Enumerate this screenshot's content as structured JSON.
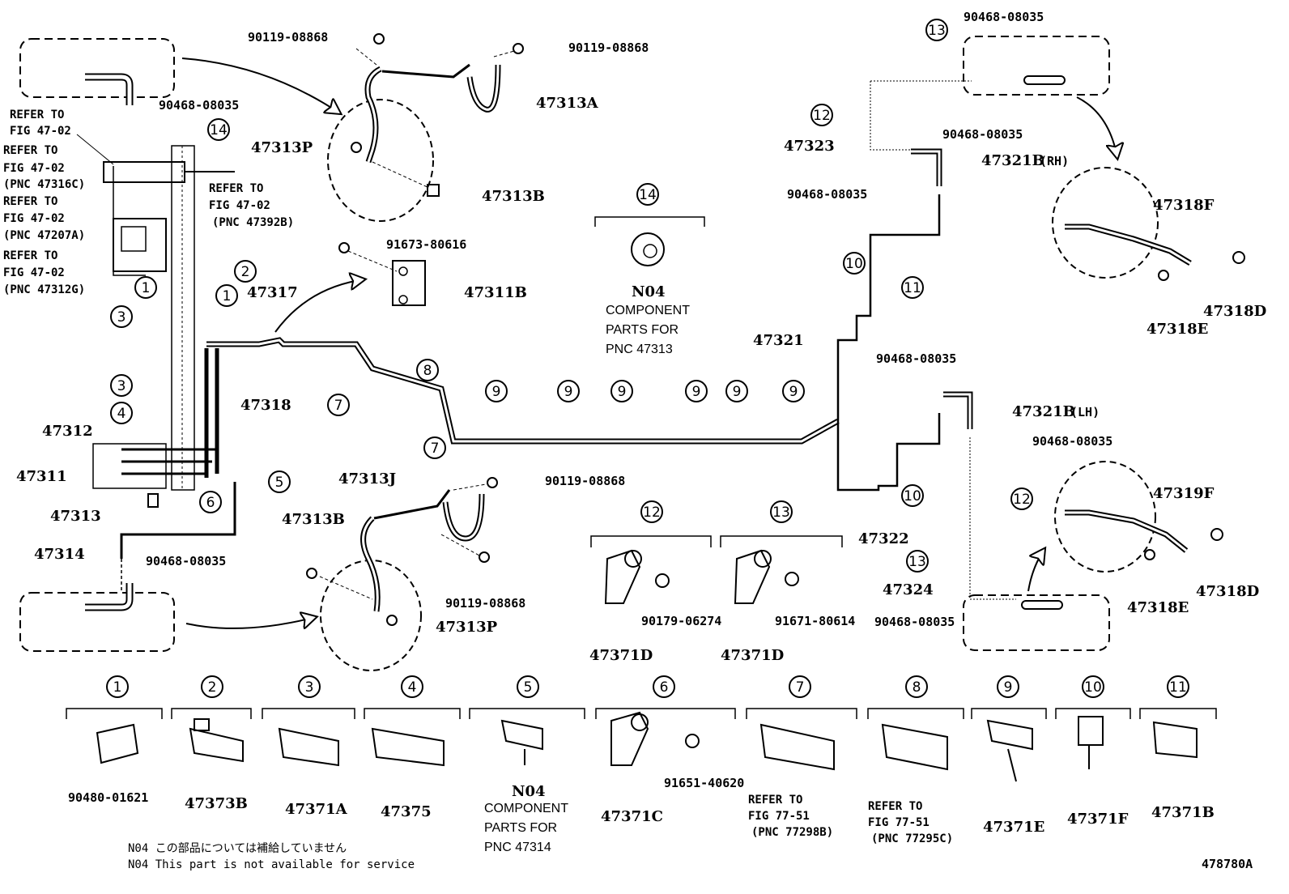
{
  "circle_numbers": [
    "1",
    "2",
    "3",
    "4",
    "5",
    "6",
    "7",
    "8",
    "9",
    "10",
    "11",
    "12",
    "13",
    "14"
  ],
  "left_assembly": {
    "refer_to_1": [
      "REFER TO",
      "FIG 47-02"
    ],
    "refer_to_2": [
      "REFER TO",
      "FIG 47-02",
      "(PNC 47316C)"
    ],
    "refer_to_3": [
      "REFER TO",
      "FIG 47-02",
      "(PNC 47207A)"
    ],
    "refer_to_4": [
      "REFER TO",
      "FIG 47-02",
      "(PNC 47312G)"
    ],
    "refer_to_5": [
      "REFER TO",
      "FIG 47-02",
      "(PNC 47392B)"
    ],
    "labels": {
      "p47312": "47312",
      "p47311": "47311",
      "p47313": "47313",
      "p47314": "47314",
      "p47317": "47317",
      "p47318": "47318",
      "p90468_top": "90468-08035",
      "p90468_bot": "90468-08035"
    }
  },
  "front_left_hose": {
    "p90119_a": "90119-08868",
    "p90119_b": "90119-08868",
    "p47313A": "47313A",
    "p47313P": "47313P",
    "p47313B": "47313B",
    "p91673": "91673-80616",
    "p47311B": "47311B"
  },
  "rear_left_hose": {
    "p47313J": "47313J",
    "p90119_a": "90119-08868",
    "p90119_b": "90119-08868",
    "p47313B": "47313B",
    "p47313P": "47313P"
  },
  "component_14": {
    "code": "N04",
    "text": [
      "COMPONENT",
      "PARTS FOR",
      "PNC 47313"
    ]
  },
  "center_brackets": {
    "p12_part": "47371D",
    "p12_bolt": "90179-06274",
    "p13_part": "47371D",
    "p13_bolt": "91671-80614"
  },
  "right_side": {
    "p90468_top": "90468-08035",
    "p90468_mid": "90468-08035",
    "p90468_left": "90468-08035",
    "p47323": "47323",
    "p47321B_rh": "47321B",
    "rh": "(RH)",
    "p47321": "47321",
    "p47318F": "47318F",
    "p47318E_top": "47318E",
    "p47318D_top": "47318D",
    "p90468_lh_top": "90468-08035",
    "p47321B_lh": "47321B",
    "lh": "(LH)",
    "p90468_lh_right": "90468-08035",
    "p47322": "47322",
    "p47324": "47324",
    "p90468_bottom": "90468-08035",
    "p47319F": "47319F",
    "p47318E_bot": "47318E",
    "p47318D_bot": "47318D"
  },
  "legend": [
    {
      "num": "1",
      "part": "90480-01621"
    },
    {
      "num": "2",
      "part": "47373B"
    },
    {
      "num": "3",
      "part": "47371A"
    },
    {
      "num": "4",
      "part": "47375"
    },
    {
      "num": "5",
      "code": "N04",
      "text": [
        "COMPONENT",
        "PARTS FOR",
        "PNC 47314"
      ]
    },
    {
      "num": "6",
      "part": "47371C",
      "bolt": "91651-40620"
    },
    {
      "num": "7",
      "ref": [
        "REFER TO",
        "FIG 77-51",
        "(PNC 77298B)"
      ]
    },
    {
      "num": "8",
      "ref": [
        "REFER TO",
        "FIG 77-51",
        "(PNC 77295C)"
      ]
    },
    {
      "num": "9",
      "part": "47371E"
    },
    {
      "num": "10",
      "part": "47371F"
    },
    {
      "num": "11",
      "part": "47371B"
    }
  ],
  "notes": {
    "jp": "N04 この部品については補給していません",
    "en": "N04 This part is not available for service"
  },
  "figure_id": "478780A"
}
